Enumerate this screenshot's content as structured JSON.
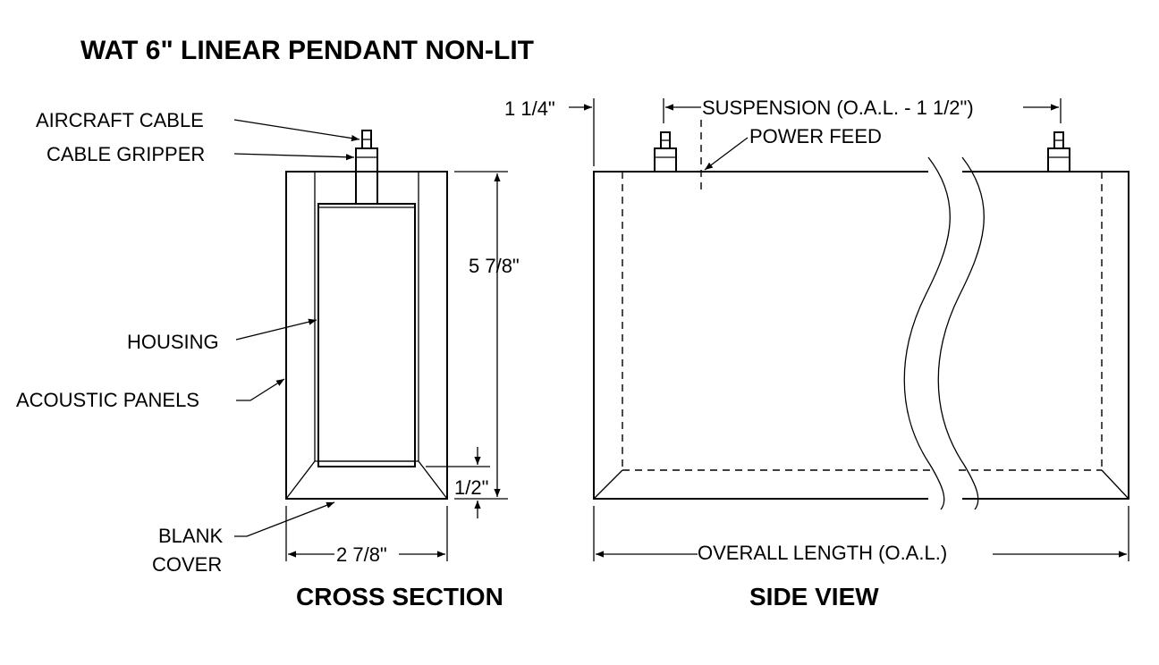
{
  "title": "WAT  6\" LINEAR PENDANT NON-LIT",
  "cross_section": {
    "heading": "CROSS SECTION",
    "labels": {
      "aircraft_cable": "AIRCRAFT CABLE",
      "cable_gripper": "CABLE GRIPPER",
      "housing": "HOUSING",
      "acoustic_panels": "ACOUSTIC PANELS",
      "blank_cover_line1": "BLANK",
      "blank_cover_line2": "COVER"
    },
    "dimensions": {
      "height": "5 7/8\"",
      "width": "2 7/8\"",
      "cover": "1/2\""
    }
  },
  "side_view": {
    "heading": "SIDE VIEW",
    "labels": {
      "power_feed": "POWER FEED"
    },
    "dimensions": {
      "top_offset": "1 1/4\"",
      "suspension": "SUSPENSION (O.A.L. - 1 1/2\")",
      "overall_length": "OVERALL LENGTH (O.A.L.)"
    }
  }
}
